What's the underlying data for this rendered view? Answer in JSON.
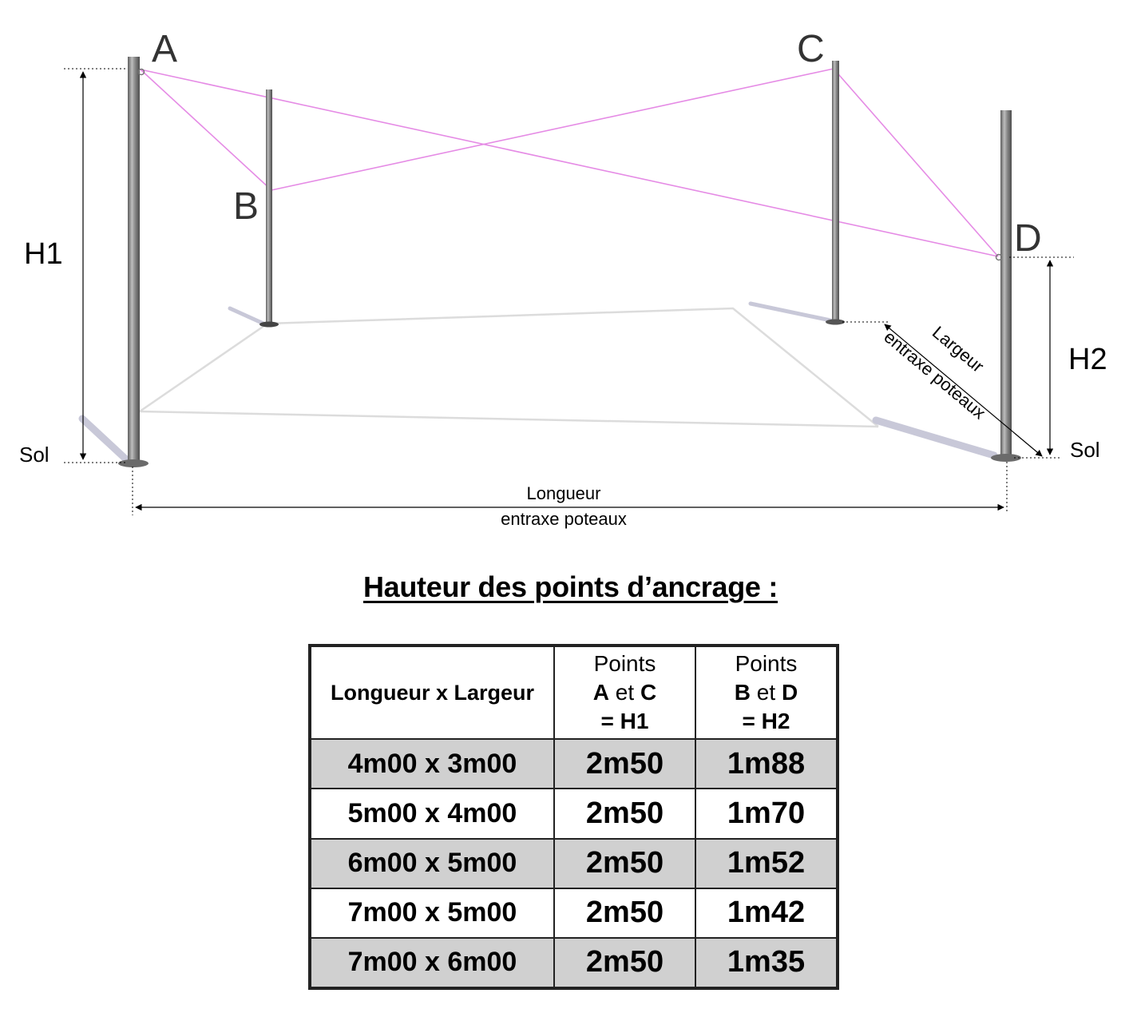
{
  "diagram": {
    "points": {
      "a": "A",
      "b": "B",
      "c": "C",
      "d": "D"
    },
    "h1": "H1",
    "h2": "H2",
    "sol_left": "Sol",
    "sol_right": "Sol",
    "longueur": {
      "line1": "Longueur",
      "line2": "entraxe poteaux"
    },
    "largeur": {
      "line1": "Largeur",
      "line2": "entraxe poteaux"
    },
    "colors": {
      "rope": "#e58be5",
      "post": "#8c8c8c",
      "dimension": "#000000"
    }
  },
  "title": "Hauteur des points d’ancrage :",
  "table": {
    "headers": {
      "size": "Longueur x Largeur",
      "h1": {
        "line1": "Points",
        "p1": "A",
        "et": " et ",
        "p2": "C",
        "line3": "= H1"
      },
      "h2": {
        "line1": "Points",
        "p1": "B",
        "et": " et ",
        "p2": "D",
        "line3": "= H2"
      }
    },
    "rows": [
      {
        "size": "4m00 x 3m00",
        "h1": "2m50",
        "h2": "1m88"
      },
      {
        "size": "5m00 x 4m00",
        "h1": "2m50",
        "h2": "1m70"
      },
      {
        "size": "6m00 x 5m00",
        "h1": "2m50",
        "h2": "1m52"
      },
      {
        "size": "7m00 x 5m00",
        "h1": "2m50",
        "h2": "1m42"
      },
      {
        "size": "7m00 x 6m00",
        "h1": "2m50",
        "h2": "1m35"
      }
    ],
    "colors": {
      "shaded_row": "#d0d0d0",
      "plain_row": "#ffffff"
    }
  }
}
